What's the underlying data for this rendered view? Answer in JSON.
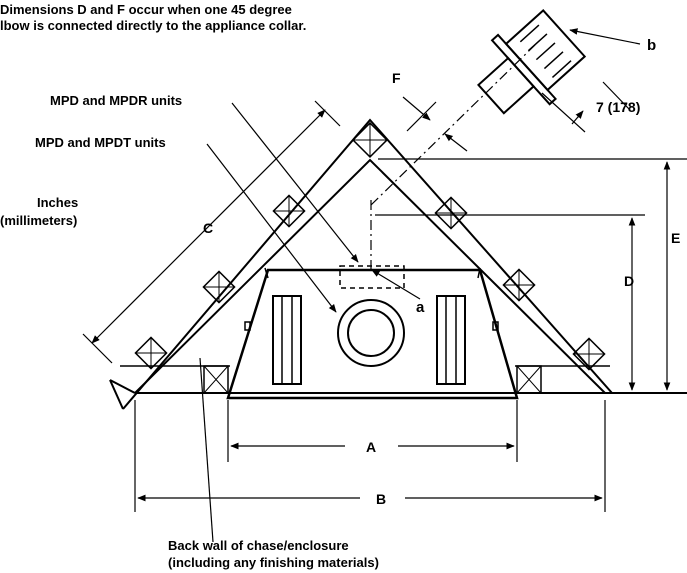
{
  "note": {
    "line1": "Dimensions D and F occur when one 45 degree",
    "line2": "lbow is connected directly to the appliance collar."
  },
  "callouts": {
    "mpd_mpdr": "MPD and MPDR units",
    "mpd_mpdt": "MPD and MPDT units",
    "units_line1": "Inches",
    "units_line2": "(millimeters)",
    "back_wall_line1": "Back wall of chase/enclosure",
    "back_wall_line2": "(including any finishing materials)",
    "a": "a",
    "b": "b"
  },
  "dimensions": {
    "A": "A",
    "B": "B",
    "C": "C",
    "D": "D",
    "E": "E",
    "F": "F",
    "offset": "7 (178)"
  }
}
